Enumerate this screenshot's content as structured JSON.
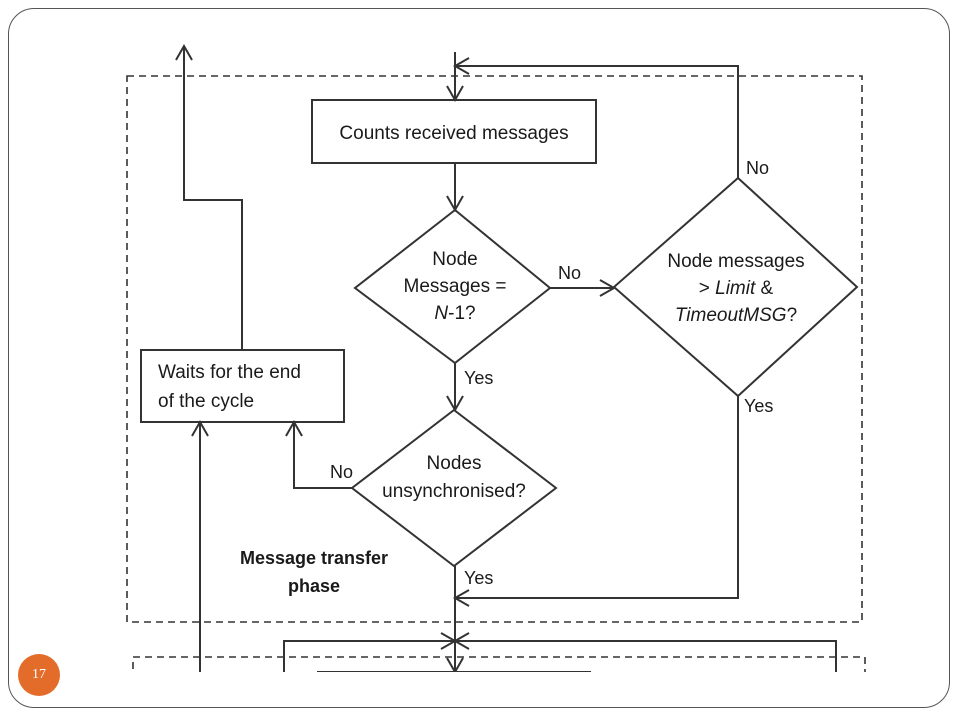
{
  "slide": {
    "page_number": "17"
  },
  "diagram": {
    "process_counts": "Counts received messages",
    "process_waits": [
      "Waits for the end",
      "of the cycle"
    ],
    "decision_node_messages": {
      "line1": "Node",
      "line2": "Messages =",
      "line3_italic": "N",
      "line3_rest": "-1?"
    },
    "decision_limit": {
      "line1": "Node messages",
      "line2_prefix": ">",
      "line2_italic": "Limit",
      "line2_suffix": "&",
      "line3_italic": "TimeoutMSG",
      "line3_suffix": "?"
    },
    "decision_unsync": [
      "Nodes",
      "unsynchronised?"
    ],
    "labels": {
      "no_to_limit": "No",
      "no_loop_back": "No",
      "yes_from_node_messages": "Yes",
      "yes_from_limit": "Yes",
      "no_from_unsync": "No",
      "yes_from_unsync": "Yes"
    },
    "phase_label": [
      "Message transfer",
      "phase"
    ]
  }
}
